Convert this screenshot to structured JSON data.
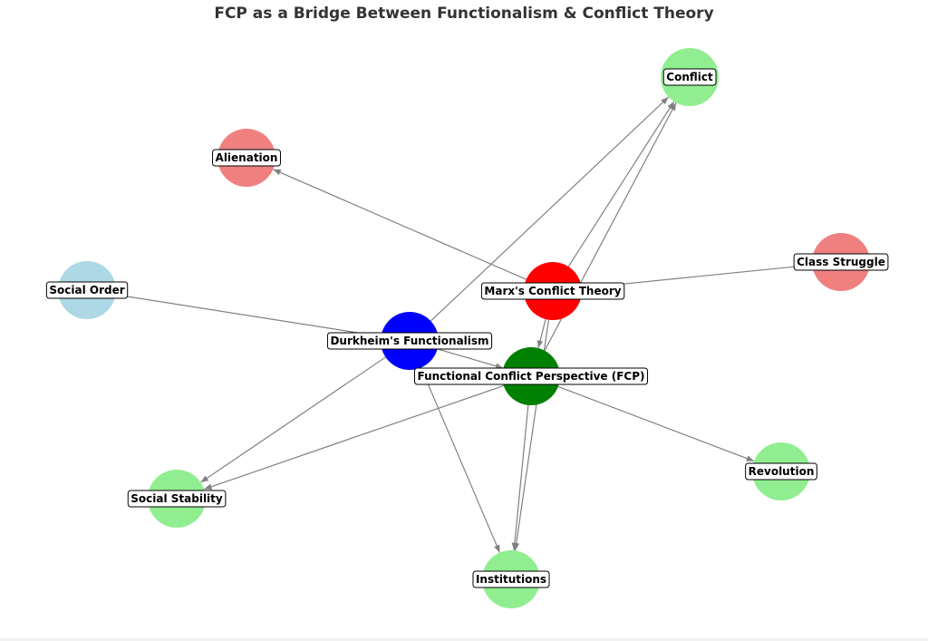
{
  "title": "FCP as a Bridge Between Functionalism & Conflict Theory",
  "colors": {
    "edge": "#808080",
    "central_fcp": "#008000",
    "durkheim": "#0000ff",
    "marx": "#ff0000",
    "functionalism_concept": "#add8e6",
    "conflict_concept": "#f08080",
    "outcome": "#90ee90"
  },
  "nodes": [
    {
      "id": "fcp",
      "label": "Functional Conflict Perspective (FCP)",
      "color": "#008000"
    },
    {
      "id": "durkheim",
      "label": "Durkheim's Functionalism",
      "color": "#0000ff"
    },
    {
      "id": "marx",
      "label": "Marx's Conflict Theory",
      "color": "#ff0000"
    },
    {
      "id": "social_order",
      "label": "Social Order",
      "color": "#add8e6"
    },
    {
      "id": "alienation",
      "label": "Alienation",
      "color": "#f08080"
    },
    {
      "id": "class_struggle",
      "label": "Class Struggle",
      "color": "#f08080"
    },
    {
      "id": "conflict",
      "label": "Conflict",
      "color": "#90ee90"
    },
    {
      "id": "social_stability",
      "label": "Social Stability",
      "color": "#90ee90"
    },
    {
      "id": "institutions",
      "label": "Institutions",
      "color": "#90ee90"
    },
    {
      "id": "revolution",
      "label": "Revolution",
      "color": "#90ee90"
    }
  ],
  "edges": [
    {
      "from": "social_order",
      "to": "durkheim"
    },
    {
      "from": "durkheim",
      "to": "fcp"
    },
    {
      "from": "durkheim",
      "to": "conflict"
    },
    {
      "from": "durkheim",
      "to": "social_stability"
    },
    {
      "from": "durkheim",
      "to": "institutions"
    },
    {
      "from": "marx",
      "to": "fcp"
    },
    {
      "from": "marx",
      "to": "alienation"
    },
    {
      "from": "marx",
      "to": "conflict"
    },
    {
      "from": "marx",
      "to": "institutions"
    },
    {
      "from": "class_struggle",
      "to": "marx"
    },
    {
      "from": "fcp",
      "to": "conflict"
    },
    {
      "from": "fcp",
      "to": "social_stability"
    },
    {
      "from": "fcp",
      "to": "institutions"
    },
    {
      "from": "fcp",
      "to": "revolution"
    }
  ]
}
